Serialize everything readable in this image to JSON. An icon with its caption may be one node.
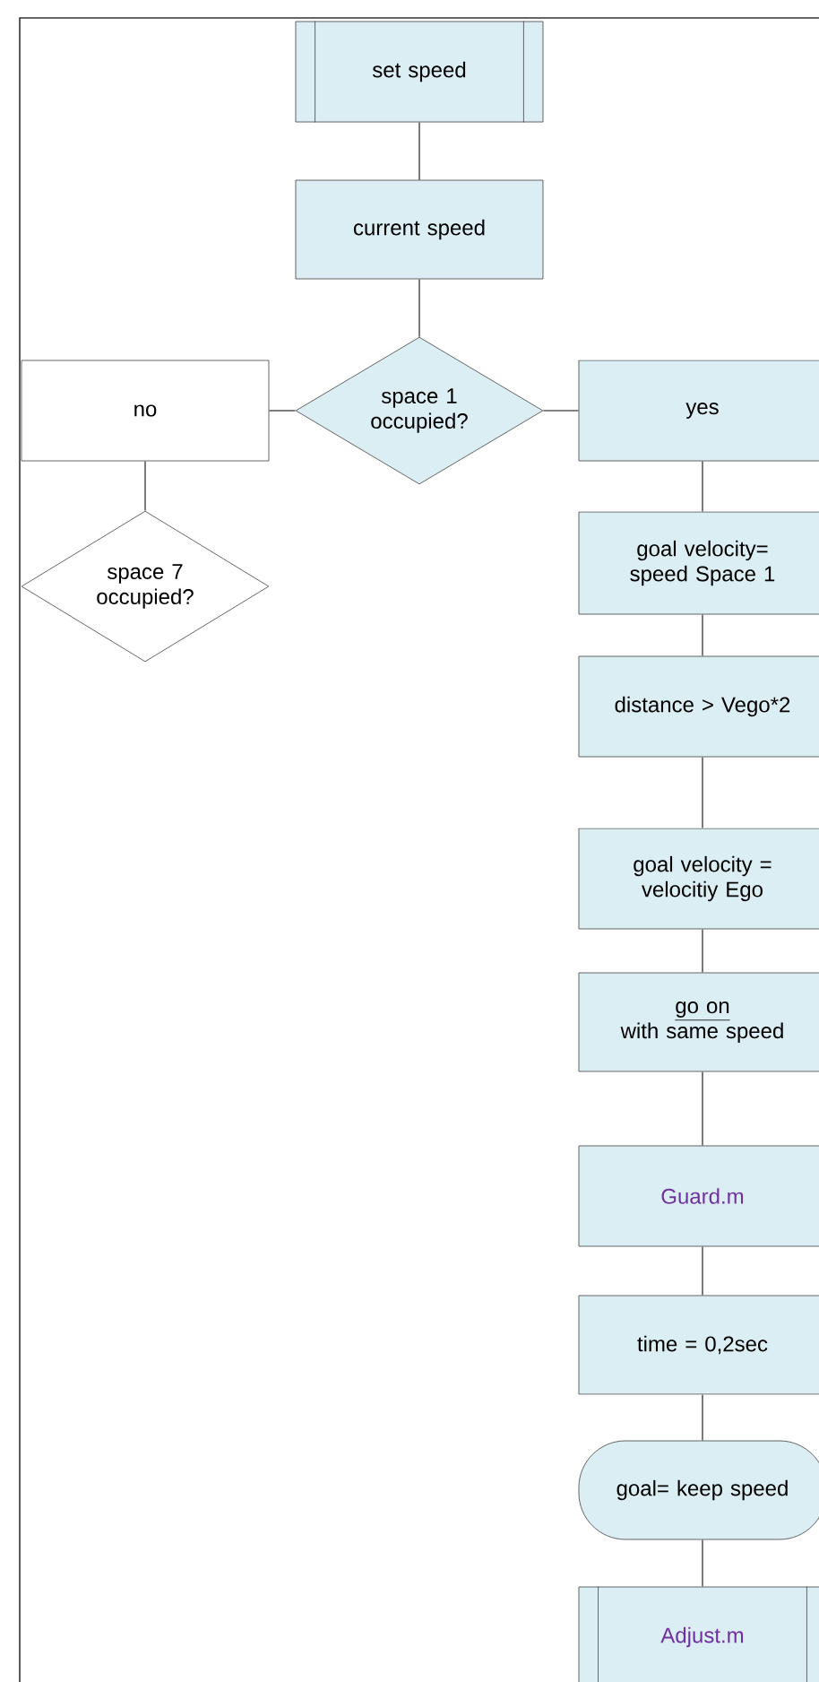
{
  "diagram": {
    "nodes": [
      {
        "text": [
          "set speed"
        ]
      },
      {
        "text": [
          "current speed"
        ]
      },
      {
        "text": [
          "space 1 occupied?"
        ]
      },
      {
        "text": [
          "no"
        ]
      },
      {
        "text": [
          "space 7 occupied?"
        ]
      },
      {
        "text": [
          "yes"
        ]
      },
      {
        "text": [
          "goal velocity= speed Space 1"
        ]
      },
      {
        "text": [
          "distance > Vego*2"
        ]
      },
      {
        "text": [
          "goal velocity = velocitiy Ego"
        ]
      },
      {
        "text": [
          "go on",
          "with same speed"
        ]
      },
      {
        "text": [
          "Guard.m"
        ]
      },
      {
        "text": [
          "time = 0,2sec"
        ]
      },
      {
        "text": [
          "goal= keep speed"
        ]
      },
      {
        "text": [
          "Adjust.m"
        ]
      }
    ],
    "edges": [
      {
        "from": 0,
        "to": 1,
        "arrow": "none"
      },
      {
        "from": 1,
        "to": 2,
        "arrow": "none"
      },
      {
        "from": 2,
        "to": 3,
        "arrow": "none"
      },
      {
        "from": 2,
        "to": 5,
        "arrow": "none"
      },
      {
        "from": 3,
        "to": 4,
        "arrow": "none"
      },
      {
        "from": 5,
        "to": 6,
        "arrow": "none"
      },
      {
        "from": 6,
        "to": 7,
        "arrow": "none"
      },
      {
        "from": 7,
        "to": 8,
        "arrow": "none"
      },
      {
        "from": 8,
        "to": 9,
        "arrow": "none"
      },
      {
        "from": 9,
        "to": 10,
        "arrow": "none"
      },
      {
        "from": 10,
        "to": 11,
        "arrow": "none"
      },
      {
        "from": 11,
        "to": 12,
        "arrow": "none"
      },
      {
        "from": 12,
        "to": 13,
        "arrow": "none"
      }
    ]
  }
}
